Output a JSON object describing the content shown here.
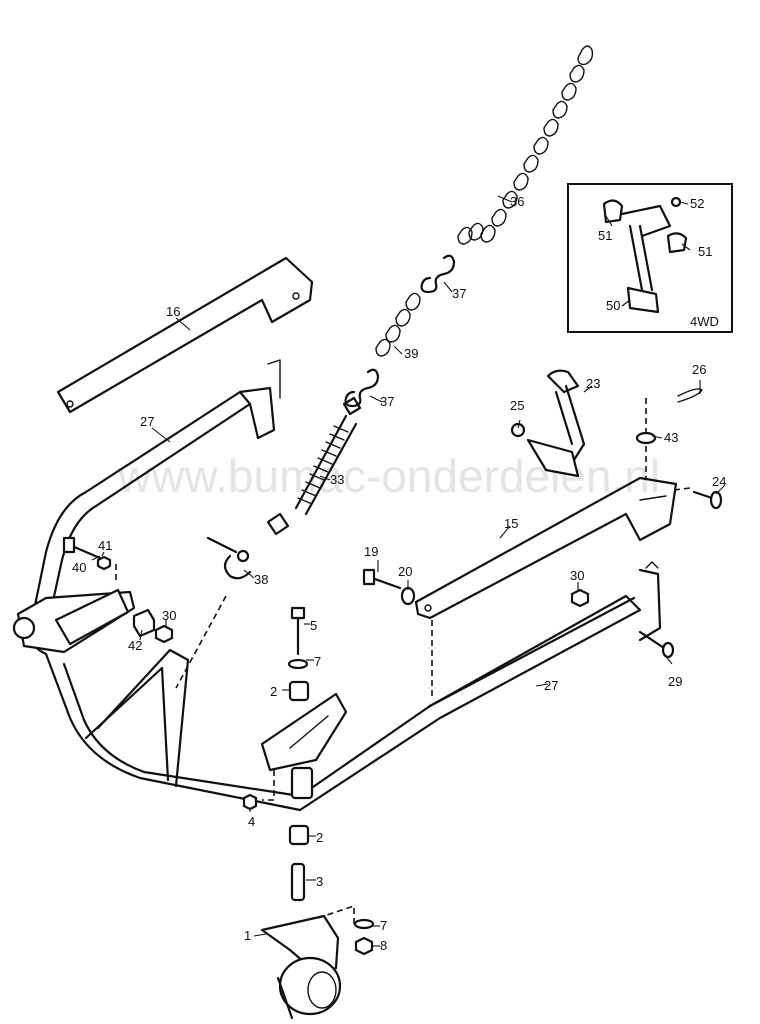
{
  "watermark": "www.bumac-onderdelen.nl",
  "inset": {
    "label": "4WD"
  },
  "callouts": {
    "c1": "1",
    "c2a": "2",
    "c2b": "2",
    "c3": "3",
    "c4": "4",
    "c5": "5",
    "c7a": "7",
    "c7b": "7",
    "c8": "8",
    "c15": "15",
    "c16": "16",
    "c19": "19",
    "c20": "20",
    "c23": "23",
    "c24": "24",
    "c25": "25",
    "c26": "26",
    "c27a": "27",
    "c27b": "27",
    "c29": "29",
    "c30a": "30",
    "c30b": "30",
    "c33": "33",
    "c36": "36",
    "c37a": "37",
    "c37b": "37",
    "c38": "38",
    "c39": "39",
    "c40": "40",
    "c41": "41",
    "c42": "42",
    "c43": "43",
    "c50": "50",
    "c51a": "51",
    "c51b": "51",
    "c52": "52"
  }
}
